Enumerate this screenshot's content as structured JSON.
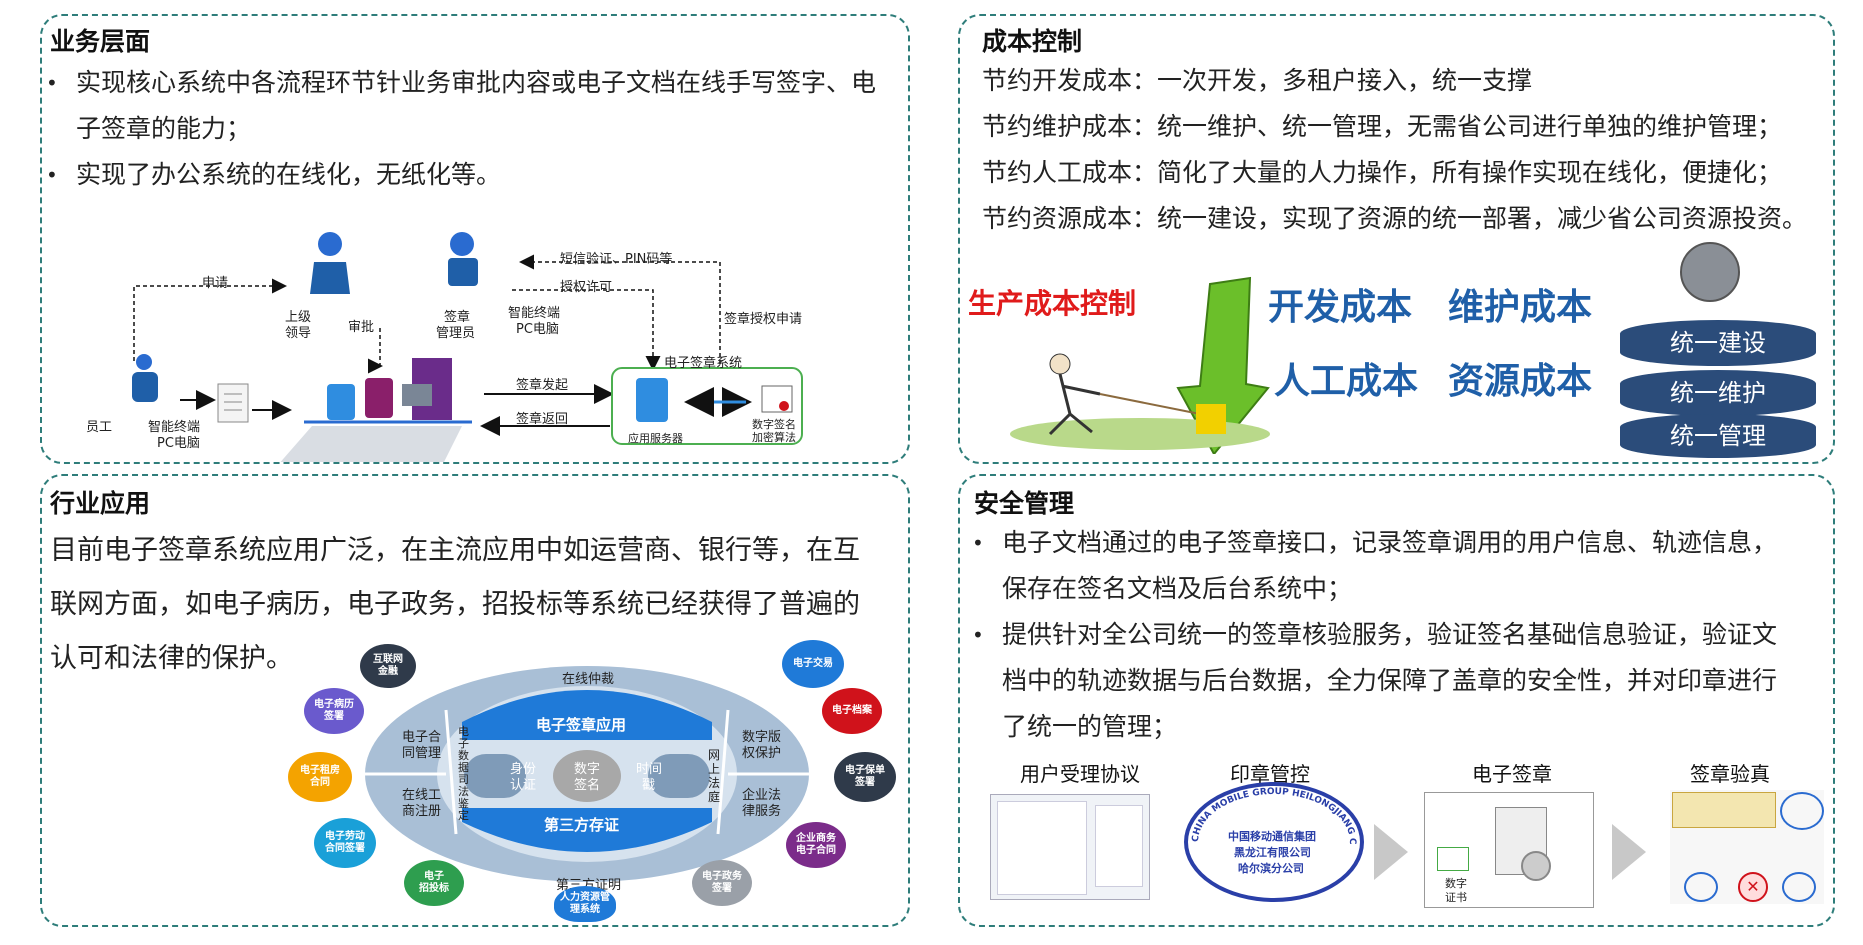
{
  "business": {
    "title": "业务层面",
    "bullets": [
      "实现核心系统中各流程环节针业务审批内容或电子文档在线手写签字、电子签章的能力；",
      "实现了办公系统的在线化，无纸化等。"
    ],
    "diagram": {
      "apply": "申请",
      "leader": "上级",
      "leader2": "领导",
      "approve": "审批",
      "staff": "员工",
      "terminal": "智能终端",
      "pc": "PC电脑",
      "seal_admin": "签章",
      "seal_admin2": "管理员",
      "sms": "短信验证、PIN码等",
      "auth": "授权许可",
      "seal_auth_apply": "签章授权申请",
      "system": "电子签章系统",
      "seal_start": "签章发起",
      "seal_return": "签章返回",
      "app_server": "应用服务器",
      "sig_algo": "数字签名",
      "sig_algo2": "加密算法"
    }
  },
  "cost": {
    "title": "成本控制",
    "lines": [
      "节约开发成本：一次开发，多租户接入，统一支撑",
      "节约维护成本：统一维护、统一管理，无需省公司进行单独的维护管理；",
      "节约人工成本：简化了大量的人力操作，所有操作实现在线化，便捷化；",
      "节约资源成本：统一建设，实现了资源的统一部署，减少省公司资源投资。"
    ],
    "production": "生产成本控制",
    "words": [
      "开发成本",
      "维护成本",
      "人工成本",
      "资源成本"
    ],
    "layers": [
      "统一建设",
      "统一维护",
      "统一管理"
    ]
  },
  "industry": {
    "title": "行业应用",
    "text_lines": [
      "目前电子签章系统应用广泛，在主流应用中如运营商、银行等，在互",
      "联网方面，如电子病历，电子政务，招投标等系统已经获得了普遍的",
      "认可和法律的保护。"
    ],
    "ellipse": {
      "top": "在线仲裁",
      "bottom": "第三方证明",
      "left_top1": "电子合",
      "left_top2": "同管理",
      "left_bottom1": "在线工",
      "left_bottom2": "商注册",
      "right_top1": "数字版",
      "right_top2": "权保护",
      "right_bottom1": "企业法",
      "right_bottom2": "律服务",
      "vertical_left": "电子数据司法鉴定",
      "vertical_right": "网上法庭",
      "core_top": "电子签章应用",
      "core_bottom": "第三方存证",
      "pill1a": "身份",
      "pill1b": "认证",
      "pill2a": "数字",
      "pill2b": "签名",
      "pill3a": "时间",
      "pill3b": "戳"
    },
    "circles": [
      {
        "a": "互联网",
        "b": "金融",
        "color": "#2f3a4a"
      },
      {
        "a": "电子病历",
        "b": "签署",
        "color": "#6a5acd"
      },
      {
        "a": "电子租房",
        "b": "合同",
        "color": "#f4a300"
      },
      {
        "a": "电子劳动",
        "b": "合同签署",
        "color": "#1aa0d8"
      },
      {
        "a": "电子",
        "b": "招投标",
        "color": "#2e9e4f"
      },
      {
        "a": "人力资源管",
        "b": "理系统",
        "color": "#1f7ad8"
      },
      {
        "a": "电子政务",
        "b": "签署",
        "color": "#9aa0a8"
      },
      {
        "a": "企业商务",
        "b": "电子合同",
        "color": "#7b2c8a"
      },
      {
        "a": "电子保单",
        "b": "签署",
        "color": "#2f3a4a"
      },
      {
        "a": "电子档案",
        "b": "",
        "color": "#d0121b"
      },
      {
        "a": "电子交易",
        "b": "",
        "color": "#1f7ad8"
      }
    ]
  },
  "security": {
    "title": "安全管理",
    "bullets": [
      [
        "电子文档通过的电子签章接口，记录签章调用的用户信息、轨迹信息，",
        "保存在签名文档及后台系统中；"
      ],
      [
        "提供针对全公司统一的签章核验服务，验证签名基础信息验证，验证文",
        "档中的轨迹数据与后台数据，全力保障了盖章的安全性，并对印章进行",
        "了统一的管理；"
      ]
    ],
    "captions": [
      "用户受理协议",
      "印章管控",
      "电子签章",
      "签章验真"
    ],
    "seal": {
      "ring": "CHINA MOBILE GROUP HEILONGJIANG CO.,LTD. HAERBIN BRANCH",
      "l1": "中国移动通信集团",
      "l2": "黑龙江有限公司",
      "l3": "哈尔滨分公司"
    },
    "cert": "数字",
    "cert2": "证书"
  }
}
